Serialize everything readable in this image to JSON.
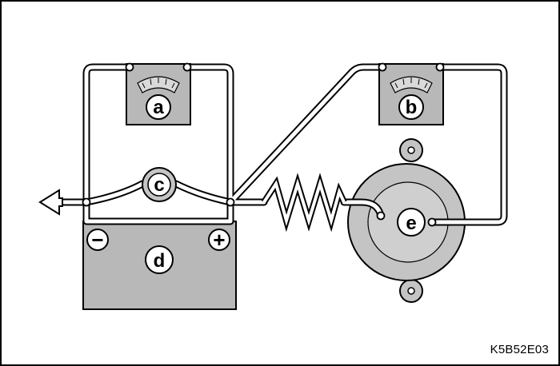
{
  "figure_code": "K5B52E03",
  "callouts": {
    "meter_a": "a",
    "meter_b": "b",
    "component_c": "c",
    "battery_d": "d",
    "component_e": "e"
  },
  "battery_terminals": {
    "negative": "−",
    "positive": "+"
  },
  "colors": {
    "outline": "#000000",
    "fill_gray": "#b8b8b8",
    "inner_gray": "#cfcfcf",
    "background": "#ffffff"
  }
}
